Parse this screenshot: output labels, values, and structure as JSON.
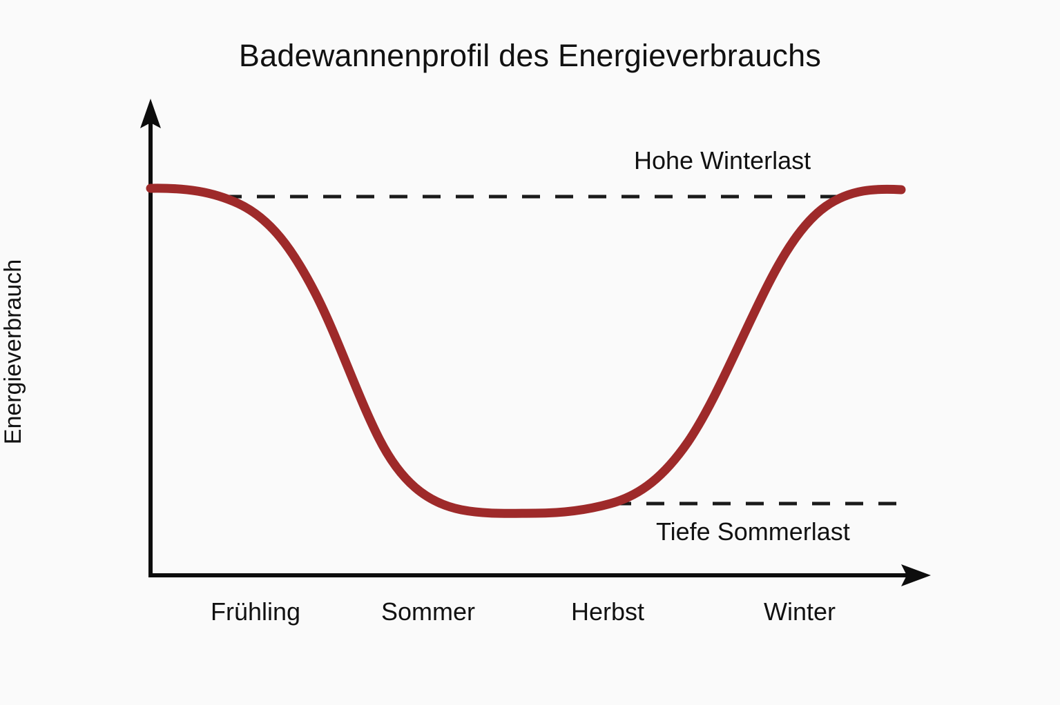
{
  "chart_data": {
    "type": "line",
    "title": "Badewannenprofil des Energieverbrauchs",
    "xlabel": "",
    "ylabel": "Energieverbrauch",
    "categories": [
      "Frühling",
      "Sommer",
      "Herbst",
      "Winter"
    ],
    "series": [
      {
        "name": "Energieverbrauch",
        "color": "#9e2a2a",
        "x": [
          0.0,
          0.05,
          0.1,
          0.15,
          0.2,
          0.25,
          0.3,
          0.35,
          0.4,
          0.45,
          0.5,
          0.55,
          0.6,
          0.65,
          0.7,
          0.75,
          0.8,
          0.85,
          0.9,
          0.95,
          1.0
        ],
        "values": [
          100,
          99,
          96,
          90,
          79,
          65,
          50,
          36,
          25,
          17,
          12,
          10,
          10,
          12,
          17,
          27,
          42,
          60,
          78,
          92,
          99
        ]
      }
    ],
    "reference_lines": [
      {
        "id": "high-winter-load",
        "label": "Hohe Winterlast",
        "level": 98,
        "style": "dashed",
        "color": "#1a1a1a"
      },
      {
        "id": "low-summer-load",
        "label": "Tiefe Sommerlast",
        "level": 11,
        "style": "dashed",
        "color": "#1a1a1a"
      }
    ],
    "annotations": [
      {
        "id": "high-winter-load",
        "text": "Hohe Winterlast"
      },
      {
        "id": "low-summer-load",
        "text": "Tiefe Sommerlast"
      }
    ],
    "axes": {
      "x_arrow": true,
      "y_arrow": true,
      "grid": false,
      "axis_color": "#0d0d0d"
    },
    "legend": null,
    "ylim": [
      0,
      115
    ],
    "background": "#fafafa"
  },
  "chart": {
    "title": "Badewannenprofil des Energieverbrauchs",
    "ylabel": "Energieverbrauch",
    "xticks": [
      {
        "label": "Frühling"
      },
      {
        "label": "Sommer"
      },
      {
        "label": "Herbst"
      },
      {
        "label": "Winter"
      }
    ],
    "annotation_high": "Hohe Winterlast",
    "annotation_low": "Tiefe Sommerlast",
    "curve_color": "#9e2a2a",
    "axis_color": "#0d0d0d",
    "dash_color": "#1a1a1a",
    "background_color": "#fafafa"
  }
}
